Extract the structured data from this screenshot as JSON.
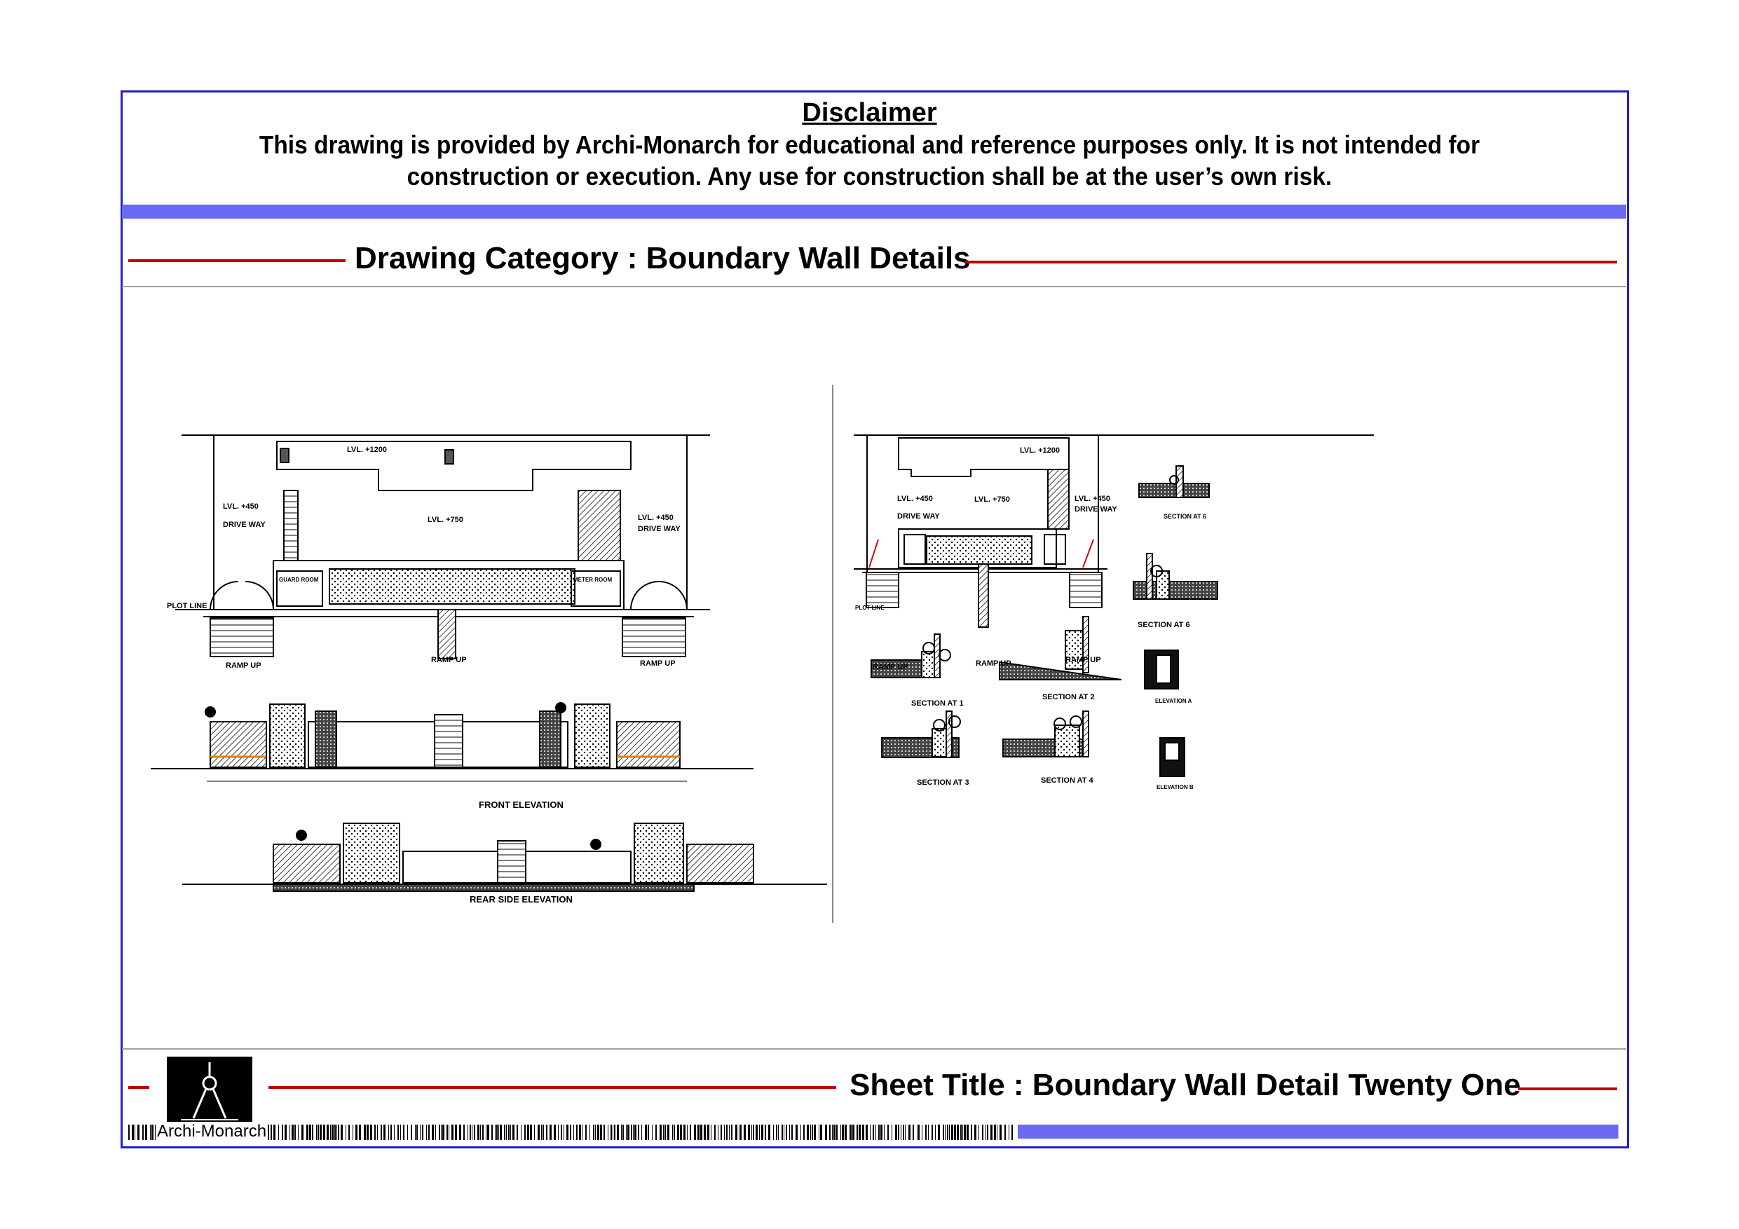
{
  "disclaimer": {
    "title": "Disclaimer",
    "line1": "This drawing is provided by Archi-Monarch for educational and reference purposes only. It is not intended for",
    "line2": "construction or execution. Any use for construction shall be at the user’s own risk."
  },
  "category": "Drawing Category : Boundary Wall Details",
  "sheet_title": "Sheet Title : Boundary Wall Detail Twenty One",
  "brand": "Archi-Monarch",
  "colors": {
    "frame": "#2020c8",
    "band": "#6a6af5",
    "rule": "#c00000"
  },
  "left_drawing": {
    "lvl_1200": "LVL. +1200",
    "lvl_450": "LVL. +450",
    "drive_way": "DRIVE WAY",
    "lvl_750": "LVL. +750",
    "plot_line": "PLOT LINE",
    "ramp_up": "RAMP UP",
    "guard_room": "GUARD ROOM",
    "meter_room": "METER ROOM",
    "front_elevation": "FRONT ELEVATION",
    "rear_elevation": "REAR SIDE ELEVATION"
  },
  "right_drawing": {
    "lvl_1200": "LVL. +1200",
    "lvl_450": "LVL. +450",
    "drive_way": "DRIVE WAY",
    "lvl_750": "LVL. +750",
    "plot_line": "PLOT LINE",
    "ramp_up": "RAMP UP",
    "section1": "SECTION AT 1",
    "section2": "SECTION AT 2",
    "section3": "SECTION AT 3",
    "section4": "SECTION AT 4",
    "section6a": "SECTION AT 6",
    "section6b": "SECTION AT 6",
    "elevation_a": "ELEVATION A",
    "elevation_b": "ELEVATION B"
  }
}
